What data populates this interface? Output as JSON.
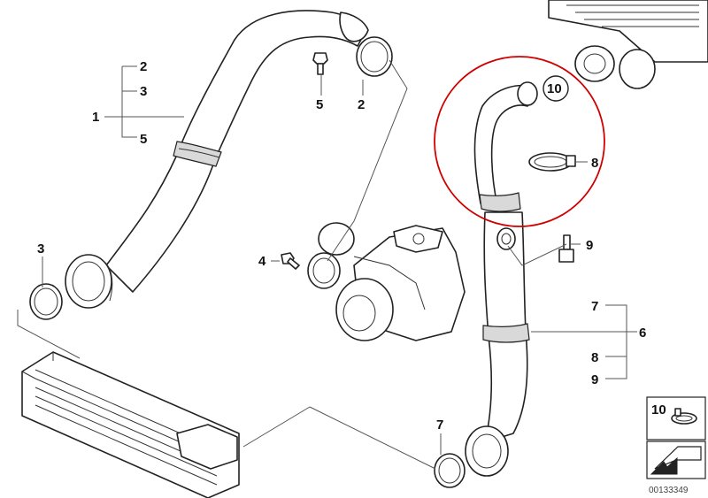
{
  "callouts": {
    "c1": "1",
    "c2a": "2",
    "c3a": "3",
    "c5a": "5",
    "c5b": "5",
    "c2b": "2",
    "c3b": "3",
    "c4": "4",
    "c10": "10",
    "c8a": "8",
    "c9a": "9",
    "c7a": "7",
    "c6": "6",
    "c8b": "8",
    "c9b": "9",
    "c7b": "7",
    "legend10": "10"
  },
  "document_id": "00133349",
  "colors": {
    "highlight": "#d00000",
    "line": "#222222",
    "background": "#ffffff"
  }
}
